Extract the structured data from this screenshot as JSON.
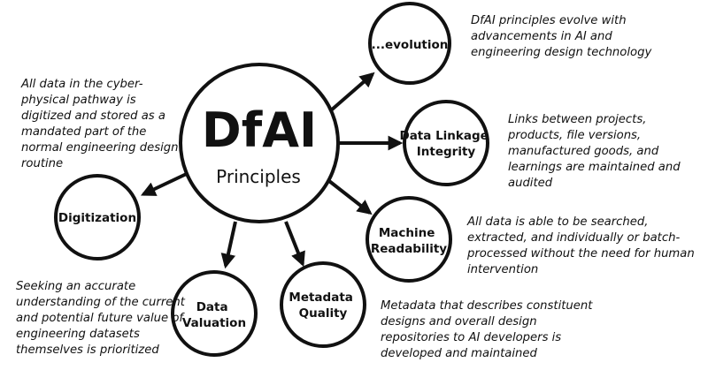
{
  "center": {
    "title": "DfAI",
    "subtitle": "Principles"
  },
  "principles": [
    {
      "id": "evolution",
      "label_lines": [
        "...evolution"
      ],
      "description": "DfAI principles evolve with advancements in AI and engineering design technology"
    },
    {
      "id": "data-linkage-integrity",
      "label_lines": [
        "Data Linkage",
        "Integrity"
      ],
      "description": "Links between projects, products, file versions, manufactured goods, and learnings are maintained and audited"
    },
    {
      "id": "machine-readability",
      "label_lines": [
        "Machine",
        "Readability"
      ],
      "description": "All data is able to be searched, extracted, and individually or batch-processed without the need for human intervention"
    },
    {
      "id": "metadata-quality",
      "label_lines": [
        "Metadata",
        "Quality"
      ],
      "description": "Metadata that describes constituent designs and overall design repositories to AI developers is developed and maintained"
    },
    {
      "id": "data-valuation",
      "label_lines": [
        "Data",
        "Valuation"
      ],
      "description": "Seeking an accurate understanding of the current and potential future value of engineering datasets themselves is prioritized"
    },
    {
      "id": "digitization",
      "label_lines": [
        "Digitization"
      ],
      "description": "All data in the cyber-physical pathway is digitized and stored as a mandated part of the normal engineering design routine"
    }
  ],
  "colors": {
    "stroke": "#111111",
    "background": "#ffffff",
    "text": "#111111"
  }
}
